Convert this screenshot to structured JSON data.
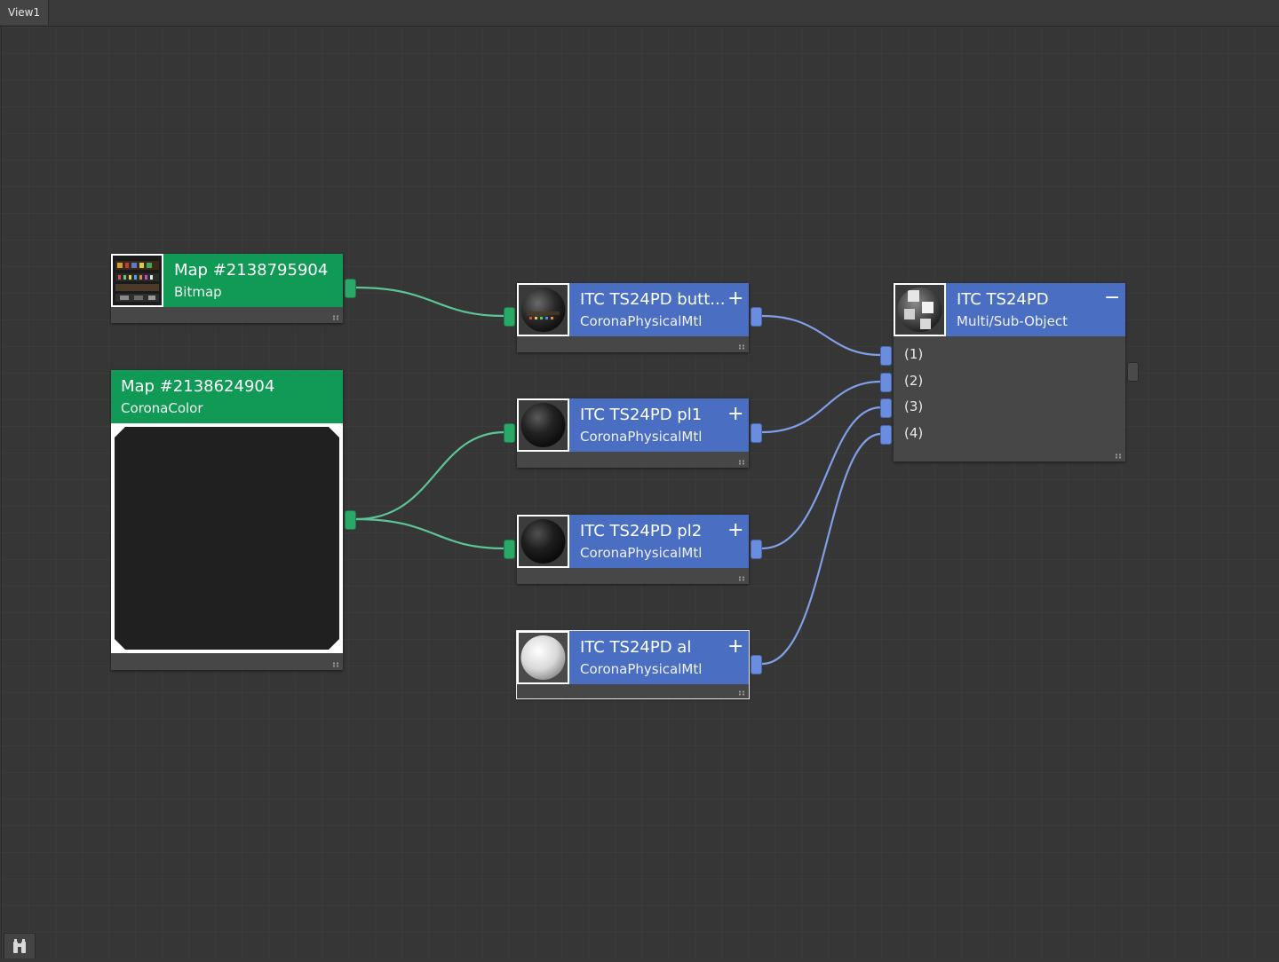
{
  "view": {
    "tab_label": "View1"
  },
  "nodes": {
    "bitmap_map": {
      "title": "Map #2138795904",
      "subtitle": "Bitmap"
    },
    "color_map": {
      "title": "Map #2138624904",
      "subtitle": "CoronaColor",
      "swatch_color": "#202020"
    },
    "mtl_butt": {
      "title": "ITC TS24PD butt...",
      "subtitle": "CoronaPhysicalMtl",
      "toggle": "+"
    },
    "mtl_pl1": {
      "title": "ITC TS24PD pl1",
      "subtitle": "CoronaPhysicalMtl",
      "toggle": "+"
    },
    "mtl_pl2": {
      "title": "ITC TS24PD pl2",
      "subtitle": "CoronaPhysicalMtl",
      "toggle": "+"
    },
    "mtl_al": {
      "title": "ITC TS24PD al",
      "subtitle": "CoronaPhysicalMtl",
      "toggle": "+"
    },
    "multi": {
      "title": "ITC TS24PD",
      "subtitle": "Multi/Sub-Object",
      "toggle": "−",
      "slots": [
        "(1)",
        "(2)",
        "(3)",
        "(4)"
      ]
    }
  },
  "colors": {
    "map_header": "#109a55",
    "material_header": "#4a6fc2",
    "map_wire": "#5cc597",
    "material_wire": "#7f9fe6",
    "canvas": "#363636"
  },
  "icons": {
    "bottom_left": "binoculars-icon"
  }
}
